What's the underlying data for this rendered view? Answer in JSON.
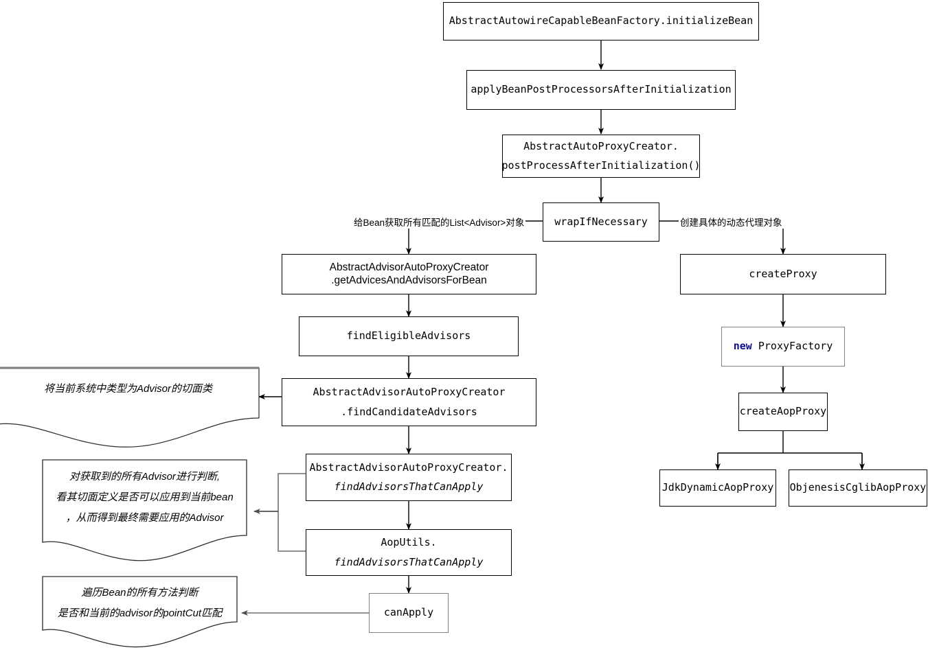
{
  "diagram": {
    "title": "Spring AOP wrapIfNecessary flow",
    "colors": {
      "stroke_black": "#000000",
      "stroke_gray": "#808080",
      "keyword_blue": "#0f0f8c",
      "background": "#ffffff"
    },
    "nodes": {
      "initialize_bean": {
        "line1": "AbstractAutowireCapableBeanFactory.initializeBean"
      },
      "apply_bpp_after_init": {
        "line1": "applyBeanPostProcessorsAfterInitialization"
      },
      "post_process_after_init": {
        "line1": "AbstractAutoProxyCreator.",
        "line2": "postProcessAfterInitialization()"
      },
      "wrap_if_necessary": {
        "line1": "wrapIfNecessary"
      },
      "get_advices_and_advisors": {
        "line1": "AbstractAdvisorAutoProxyCreator",
        "line2": ".getAdvicesAndAdvisorsForBean"
      },
      "find_eligible_advisors": {
        "line1": "findEligibleAdvisors"
      },
      "find_candidate_advisors": {
        "line1": "AbstractAdvisorAutoProxyCreator",
        "line2": ".findCandidateAdvisors"
      },
      "aapc_find_advisors_that_can_apply": {
        "line1": "AbstractAdvisorAutoProxyCreator.",
        "line2": "findAdvisorsThatCanApply"
      },
      "aoputils_find_advisors_that_can_apply": {
        "line1": "AopUtils.",
        "line2": "findAdvisorsThatCanApply"
      },
      "can_apply": {
        "line1": "canApply"
      },
      "create_proxy": {
        "line1": "createProxy"
      },
      "new_proxy_factory": {
        "keyword": "new",
        "line1": "ProxyFactory"
      },
      "create_aop_proxy": {
        "line1": "createAopProxy"
      },
      "jdk_dynamic_aop_proxy": {
        "line1": "JdkDynamicAopProxy"
      },
      "objenesis_cglib_aop_proxy": {
        "line1": "ObjenesisCglibAopProxy"
      }
    },
    "edge_labels": {
      "left_branch": "给Bean获取所有匹配的List<Advisor>对象",
      "right_branch": "创建具体的动态代理对象"
    },
    "notes": {
      "note_advisor_types": {
        "lines": [
          "将当前系统中类型为Advisor的切面类"
        ]
      },
      "note_judge_advisors": {
        "lines": [
          "对获取到的所有Advisor进行判断,",
          "看其切面定义是否可以应用到当前bean",
          "，从而得到最终需要应用的Advisor"
        ]
      },
      "note_pointcut_match": {
        "lines": [
          "遍历Bean的所有方法判断",
          "是否和当前的advisor的pointCut匹配"
        ]
      }
    }
  }
}
